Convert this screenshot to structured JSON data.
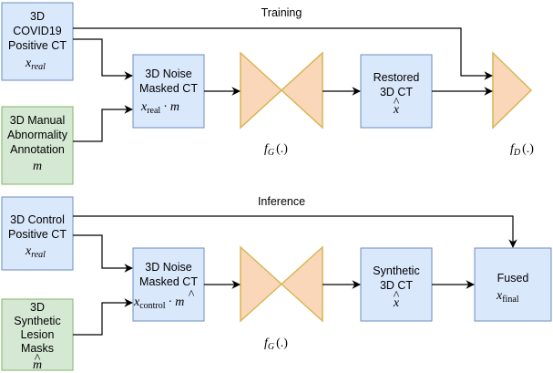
{
  "training": {
    "section_label": "Training",
    "input_ct": {
      "lines": [
        "3D",
        "COVID19",
        "Positive CT"
      ],
      "math_var": "x",
      "math_sub": "real"
    },
    "annotation": {
      "lines": [
        "3D Manual",
        "Abnormality",
        "Annotation"
      ],
      "math_var": "m"
    },
    "masked": {
      "lines": [
        "3D Noise",
        "Masked CT"
      ],
      "math_var": "x",
      "math_sub": "real",
      "math_op": "·",
      "math_var2": "m"
    },
    "generator": {
      "fn": "f",
      "fn_sub": "G",
      "fn_args": "(.)"
    },
    "restored": {
      "lines": [
        "Restored",
        "3D CT"
      ],
      "math_var": "x",
      "hat": "^"
    },
    "discriminator": {
      "fn": "f",
      "fn_sub": "D",
      "fn_args": "(.)"
    }
  },
  "inference": {
    "section_label": "Inference",
    "control_ct": {
      "lines": [
        "3D Control",
        "Positive CT"
      ],
      "math_var": "x",
      "math_sub": "real"
    },
    "lesion_masks": {
      "lines": [
        "3D",
        "Synthetic",
        "Lesion",
        "Masks"
      ],
      "math_var": "m",
      "hat": "^"
    },
    "masked": {
      "lines": [
        "3D Noise",
        "Masked CT"
      ],
      "math_var": "x",
      "math_sub": "control",
      "math_op": "·",
      "math_var2": "m",
      "hat": "^"
    },
    "generator": {
      "fn": "f",
      "fn_sub": "G",
      "fn_args": "(.)"
    },
    "synthetic": {
      "lines": [
        "Synthetic",
        "3D CT"
      ],
      "math_var": "x",
      "hat": "^"
    },
    "fused": {
      "lines": [
        "Fused"
      ],
      "math_var": "x",
      "math_sub": "final"
    }
  },
  "colors": {
    "blue_fill": "#dae8fc",
    "blue_stroke": "#6c8ebf",
    "green_fill": "#d5e8d4",
    "green_stroke": "#82b366",
    "orange_fill": "#fad7b9",
    "orange_stroke": "#d6b656"
  }
}
